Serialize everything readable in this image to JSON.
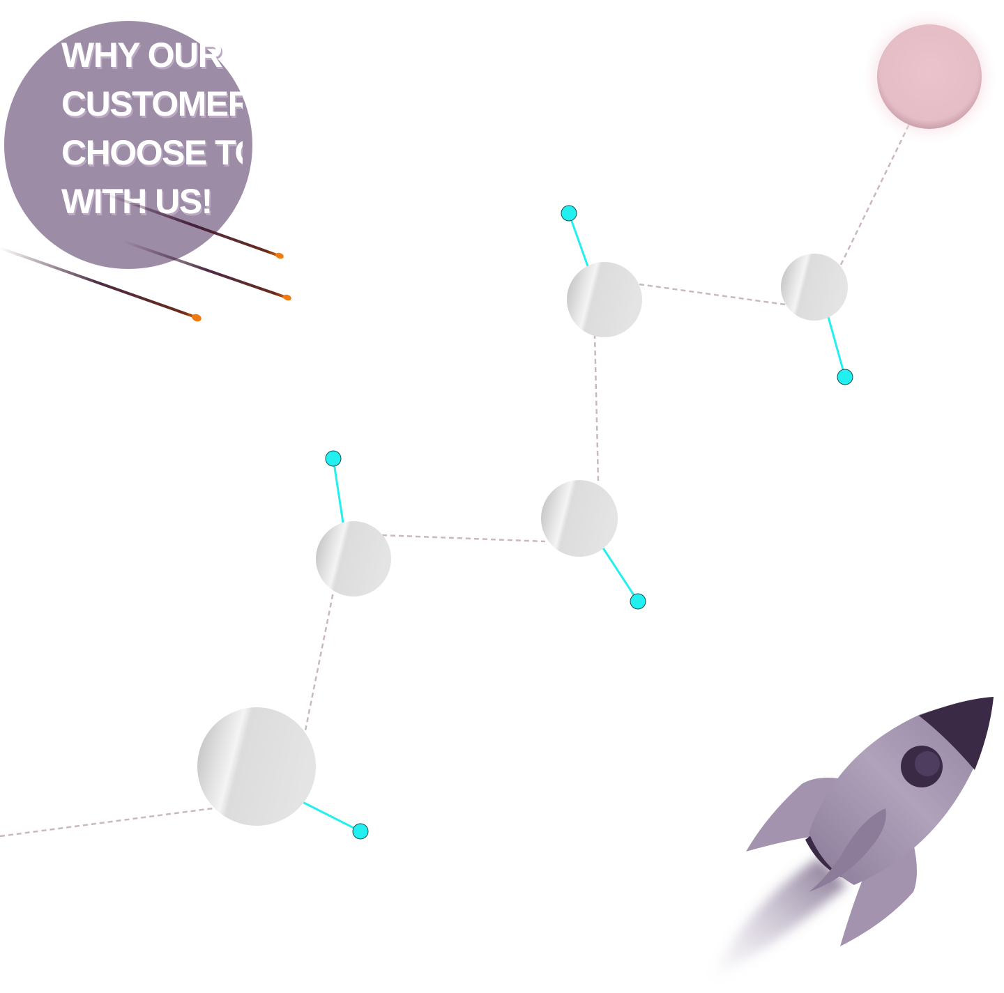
{
  "hero": {
    "title_lines": [
      "WHY OUR",
      "CUSTOMERS",
      "CHOOSE TO",
      "WITH US!"
    ]
  },
  "colors": {
    "blob": "#9d8ca6",
    "planet_fill": "#e2e2e2",
    "connector_dashed": "#c9b8bd",
    "connector_solid": "#22f0f0",
    "sun": "#e8c3cc",
    "rocket_body": "#9a8aa6",
    "rocket_nose": "#3a2a46",
    "meteor_tail": "#3a1530",
    "meteor_head": "#f07a10"
  },
  "icons": [
    "rocket-icon",
    "meteor-icon",
    "planet-icon",
    "sun-icon"
  ]
}
